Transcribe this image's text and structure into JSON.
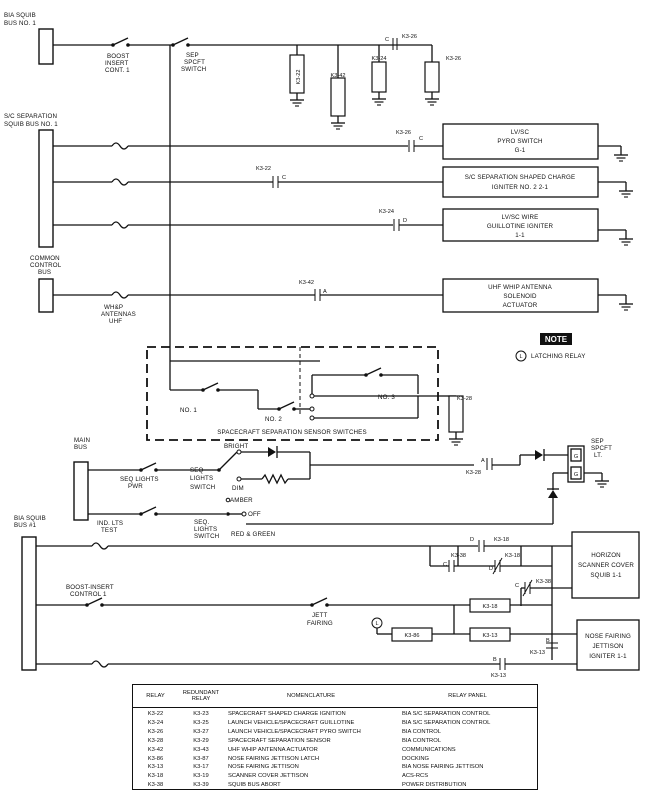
{
  "buses": {
    "bia_squib_bus_1": [
      "BIA SQUIB",
      "BUS NO. 1"
    ],
    "sc_separation_squib_bus_1": [
      "S/C SEPARATION",
      "SQUIB BUS NO. 1"
    ],
    "common_control_bus": [
      "COMMON",
      "CONTROL",
      "BUS"
    ],
    "main_bus": [
      "MAIN",
      "BUS"
    ],
    "bia_squib_bus_1_lower": [
      "BIA SQUIB",
      "BUS #1"
    ]
  },
  "switches": {
    "boost_insert_cont": [
      "BOOST",
      "INSERT",
      "CONT. 1"
    ],
    "sep_spcft_switch": [
      "SEP",
      "SPCFT",
      "SWITCH"
    ],
    "wh_antennas_uhf": [
      "WH&P",
      "ANTENNAS",
      "UHF"
    ],
    "seq_lights_pwr": [
      "SEQ LIGHTS",
      "PWR"
    ],
    "ind_lts_test": [
      "IND. LTS",
      "TEST"
    ],
    "seq_lights_switch_upper": [
      "SEQ",
      "LIGHTS",
      "SWITCH"
    ],
    "seq_lights_switch_lower": [
      "SEQ.",
      "LIGHTS",
      "SWITCH"
    ],
    "bright": "BRIGHT",
    "dim": "DIM",
    "amber": "AMBER",
    "off": "OFF",
    "red_green": "RED & GREEN",
    "boost_insert_control_1": [
      "BOOST-INSERT",
      "CONTROL 1"
    ],
    "jett_fairing": [
      "JETT",
      "FAIRING"
    ],
    "sensor_no1": "NO. 1",
    "sensor_no2": "NO. 2",
    "sensor_no3": "NO. 3",
    "sensor_caption": "SPACECRAFT SEPARATION SENSOR SWITCHES"
  },
  "relays": {
    "k3_22": "K3-22",
    "k3_42": "K3-42",
    "k3_24": "K3-24",
    "k3_26": "K3-26",
    "k3_28": "K3-28",
    "k3_18": "K3-18",
    "k3_38": "K3-38",
    "k3_86": "K3-86",
    "k3_13": "K3-13"
  },
  "contacts": {
    "c": "C",
    "a": "A",
    "d": "D",
    "b": "B"
  },
  "loads": {
    "lv_sc_pyro": [
      "LV/SC",
      "PYRO SWITCH",
      "G-1"
    ],
    "shaped_charge": [
      "S/C SEPARATION SHAPED CHARGE",
      "IGNITER NO. 2     2-1"
    ],
    "guillotine": [
      "LV/SC WIRE",
      "GUILLOTINE IGNITER",
      "1-1"
    ],
    "uhf_whip": [
      "UHF WHIP ANTENNA",
      "SOLENOID",
      "ACTUATOR"
    ],
    "horizon_scanner": [
      "HORIZON",
      "SCANNER COVER",
      "SQUIB 1-1"
    ],
    "nose_fairing": [
      "NOSE FAIRING",
      "JETTISON",
      "IGNITER 1-1"
    ],
    "sep_spcft_lt": [
      "SEP",
      "SPCFT",
      "LT."
    ],
    "lamp_g": "G"
  },
  "note": {
    "title": "NOTE",
    "symbol": "L",
    "text": "LATCHING RELAY"
  },
  "table": {
    "headers": [
      "RELAY",
      "REDUNDANT RELAY",
      "NOMENCLATURE",
      "RELAY PANEL"
    ],
    "rows": [
      [
        "K3-22",
        "K3-23",
        "SPACECRAFT SHAPED CHARGE IGNITION",
        "BIA S/C SEPARATION CONTROL"
      ],
      [
        "K3-24",
        "K3-25",
        "LAUNCH VEHICLE/SPACECRAFT GUILLOTINE",
        "BIA S/C SEPARATION CONTROL"
      ],
      [
        "K3-26",
        "K3-27",
        "LAUNCH VEHICLE/SPACECRAFT PYRO SWITCH",
        "BIA CONTROL"
      ],
      [
        "K3-28",
        "K3-29",
        "SPACECRAFT SEPARATION SENSOR",
        "BIA CONTROL"
      ],
      [
        "K3-42",
        "K3-43",
        "UHF WHIP ANTENNA ACTUATOR",
        "COMMUNICATIONS"
      ],
      [
        "K3-86",
        "K3-87",
        "NOSE FAIRING JETTISON LATCH",
        "DOCKING"
      ],
      [
        "K3-13",
        "K3-17",
        "NOSE FAIRING JETTISON",
        "BIA NOSE FAIRING JETTISON"
      ],
      [
        "K3-18",
        "K3-19",
        "SCANNER COVER JETTISON",
        "ACS-RCS"
      ],
      [
        "K3-38",
        "K3-39",
        "SQUIB BUS ABORT",
        "POWER DISTRIBUTION"
      ]
    ]
  }
}
